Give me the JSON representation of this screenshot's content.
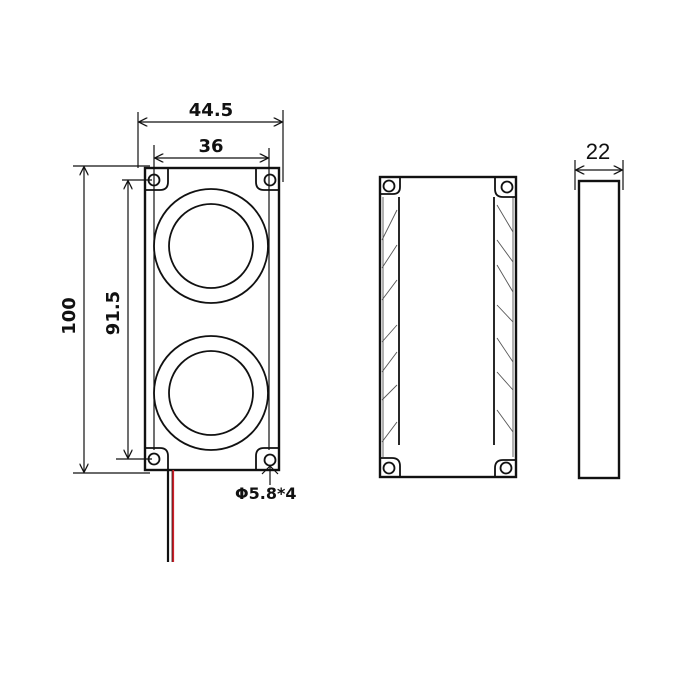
{
  "drawing": {
    "type": "dimensioned technical drawing of dual-speaker box",
    "units": "mm",
    "views": {
      "front": {
        "name": "front view"
      },
      "back": {
        "name": "rear view"
      },
      "side": {
        "name": "side view"
      }
    },
    "dimensions": {
      "overall_width": "44.5",
      "hole_spacing_width": "36",
      "overall_height": "100",
      "hole_spacing_height": "91.5",
      "depth": "22",
      "mounting_holes": "Φ5.8*4"
    },
    "wires": [
      {
        "color": "#111111",
        "name": "black"
      },
      {
        "color": "#d0202a",
        "name": "red"
      }
    ],
    "colors": {
      "line": "#111111",
      "background": "#ffffff"
    }
  }
}
